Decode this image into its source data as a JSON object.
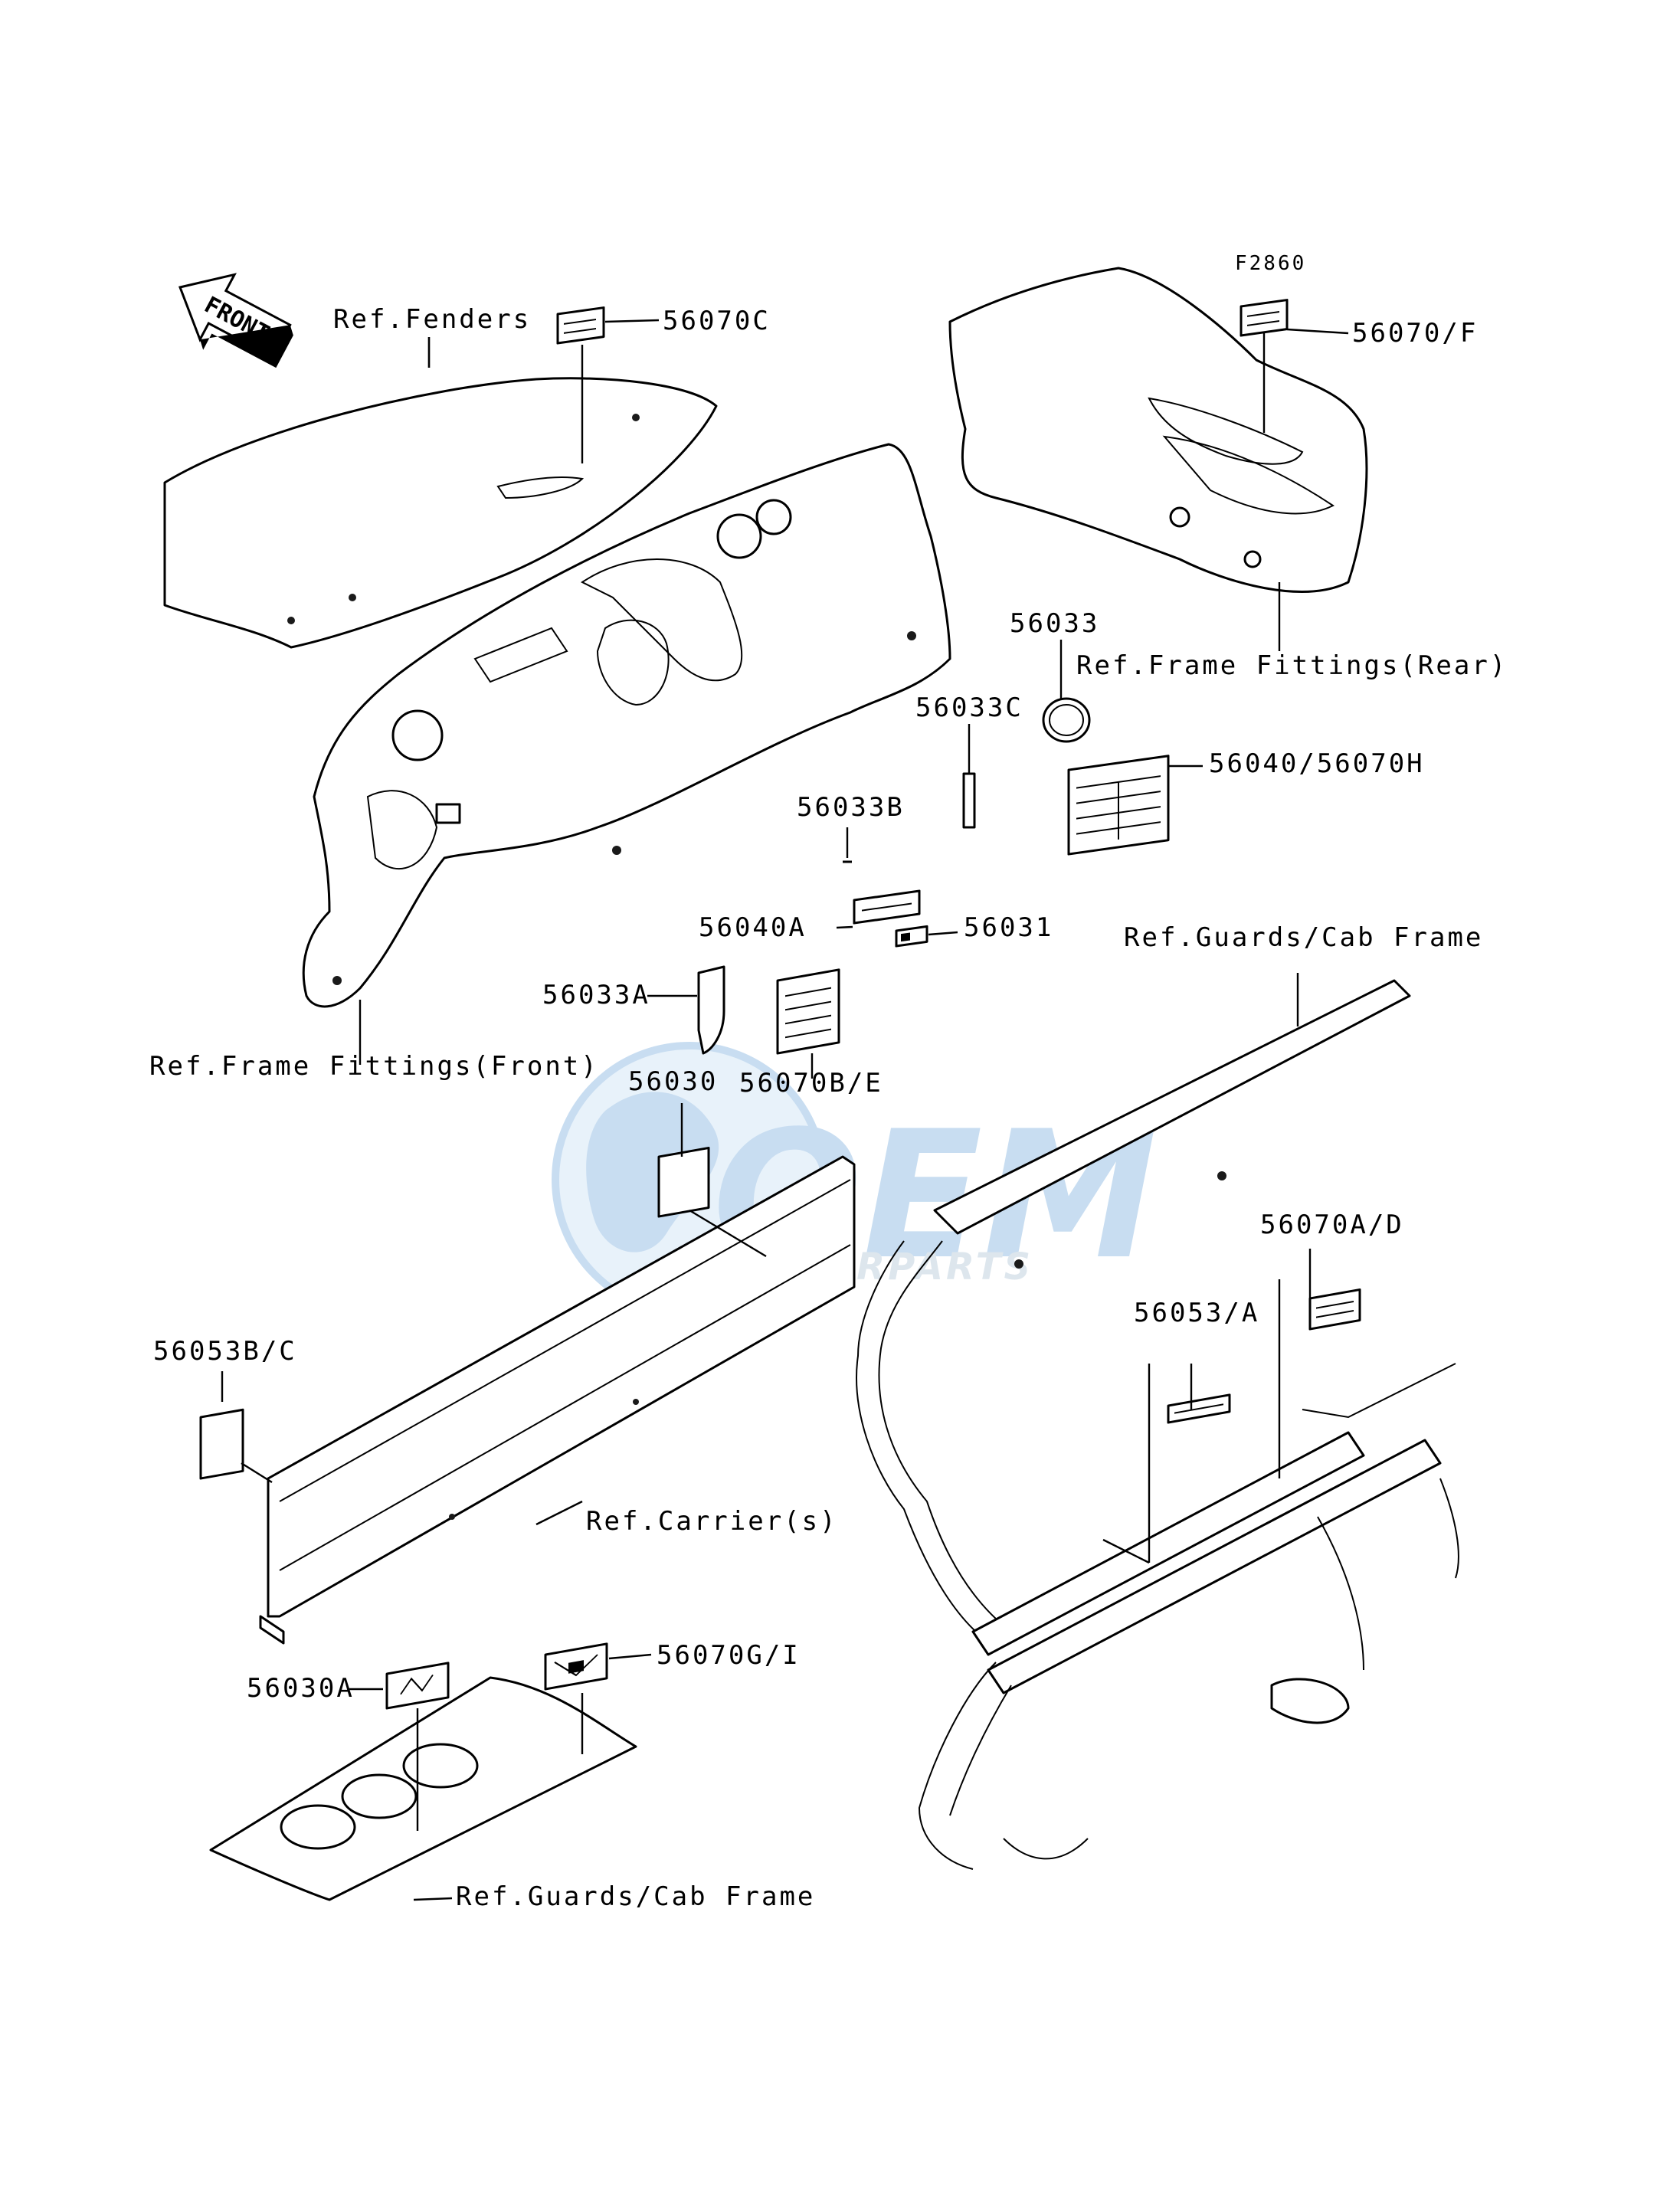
{
  "figure_id": "F2860",
  "front_arrow": "FRONT",
  "watermark": {
    "main": "OEM",
    "sub": "MOTORPARTS"
  },
  "labels": {
    "ref_fenders": "Ref.Fenders",
    "p56070c": "56070C",
    "p56070f": "56070/F",
    "p56033": "56033",
    "ref_frame_rear": "Ref.Frame Fittings(Rear)",
    "p56033c": "56033C",
    "p56040_56070h": "56040/56070H",
    "p56033b": "56033B",
    "p56040a": "56040A",
    "p56031": "56031",
    "ref_guards_top": "Ref.Guards/Cab Frame",
    "p56033a": "56033A",
    "p56070be": "56070B/E",
    "ref_frame_front": "Ref.Frame Fittings(Front)",
    "p56030": "56030",
    "p56070ad": "56070A/D",
    "p56053a": "56053/A",
    "p56053bc": "56053B/C",
    "ref_carrier": "Ref.Carrier(s)",
    "p56070gi": "56070G/I",
    "p56030a": "56030A",
    "ref_guards_bottom": "Ref.Guards/Cab Frame"
  },
  "colors": {
    "line": "#000000",
    "watermark": "#9cc3e6"
  }
}
